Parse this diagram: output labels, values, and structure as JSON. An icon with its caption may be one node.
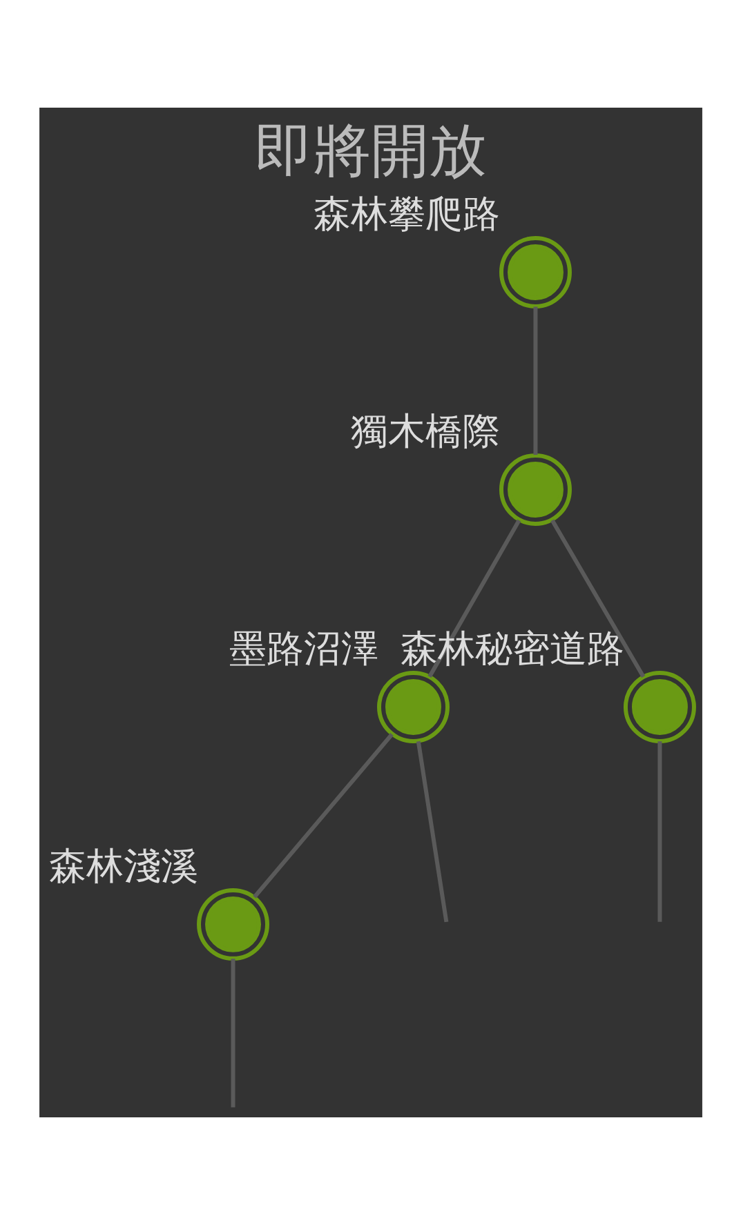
{
  "diagram": {
    "title": "即將開放",
    "nodes": [
      {
        "text": [],
        "shape": "circle",
        "beside": [
          "森林攀爬路"
        ]
      },
      {
        "text": [],
        "shape": "circle",
        "beside": [
          "獨木橋際"
        ]
      },
      {
        "text": [],
        "shape": "circle",
        "beside": [
          "墨路沼澤"
        ]
      },
      {
        "text": [],
        "shape": "circle",
        "beside": [
          "森林秘密道路"
        ]
      },
      {
        "text": [],
        "shape": "circle",
        "beside": [
          "森林淺溪"
        ]
      }
    ],
    "edges": [
      {
        "from": 0,
        "to": 1,
        "arrow": "none"
      },
      {
        "from": 1,
        "to": 3,
        "arrow": "none"
      },
      {
        "from": 1,
        "to": 2,
        "arrow": "none"
      },
      {
        "from": 2,
        "to": 4,
        "arrow": "none"
      },
      {
        "from": 3,
        "to": null,
        "arrow": "none"
      },
      {
        "from": 2,
        "to": null,
        "arrow": "none"
      },
      {
        "from": 4,
        "to": null,
        "arrow": "none"
      }
    ]
  }
}
